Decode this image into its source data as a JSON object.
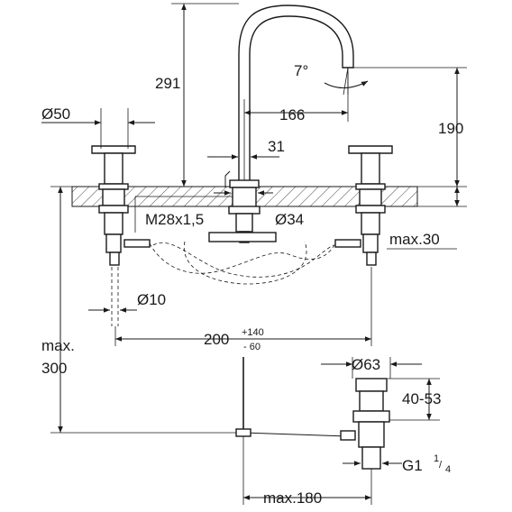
{
  "dimensions": {
    "spout_height": "291",
    "spout_angle": "7°",
    "spout_reach": "166",
    "spout_outlet_height": "190",
    "handle_diameter": "Ø50",
    "lever_offset": "31",
    "thread": "M28x1,5",
    "base_diameter": "Ø34",
    "deck_thickness_max": "max.30",
    "supply_diameter": "Ø10",
    "center_spacing": "200",
    "spacing_tolerance_plus": "+140",
    "spacing_tolerance_minus": "- 60",
    "depth_max_word": "max.",
    "depth_max_value": "300",
    "drain_diameter": "Ø63",
    "drain_height": "40-53",
    "drain_thread_main": "G1",
    "drain_thread_num": "1",
    "drain_thread_den": "4",
    "rod_reach_max": "max.180"
  }
}
